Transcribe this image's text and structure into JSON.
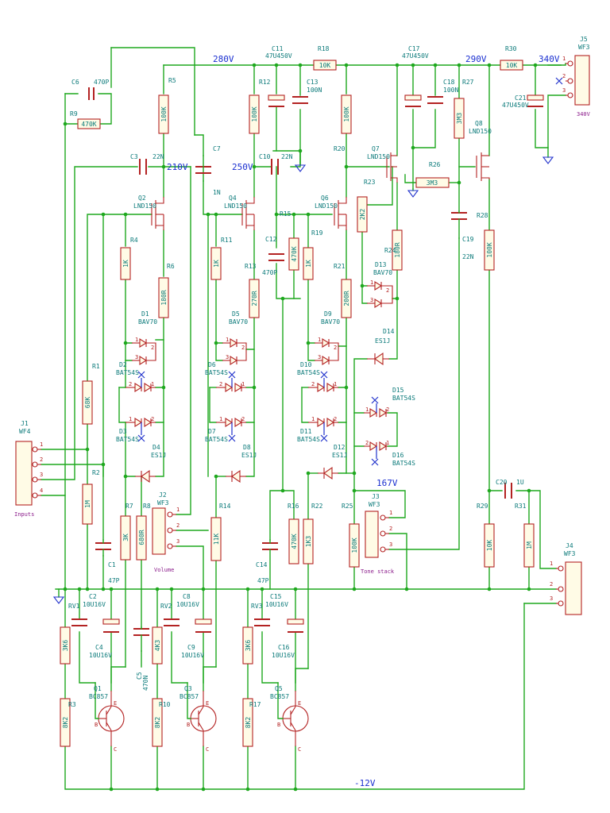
{
  "nets": {
    "v280": "280V",
    "v290": "290V",
    "v340": "340V",
    "v210": "210V",
    "v250": "250V",
    "v167": "167V",
    "vneg12": "-12V",
    "v340j5": "340V"
  },
  "connectors": {
    "j1": {
      "ref": "J1",
      "val": "WF4",
      "label": "Inputs"
    },
    "j2": {
      "ref": "J2",
      "val": "WF3",
      "label": "Volume"
    },
    "j3": {
      "ref": "J3",
      "val": "WF3",
      "label": "Tone stack"
    },
    "j4": {
      "ref": "J4",
      "val": "WF3"
    },
    "j5": {
      "ref": "J5",
      "val": "WF3"
    }
  },
  "resistors": {
    "r1": {
      "ref": "R1",
      "val": "68K"
    },
    "r2": {
      "ref": "R2",
      "val": "1M"
    },
    "r3": {
      "ref": "R3",
      "val": "8K2"
    },
    "r4": {
      "ref": "R4",
      "val": "1K"
    },
    "r5": {
      "ref": "R5",
      "val": "100K"
    },
    "r6": {
      "ref": "R6",
      "val": "180R"
    },
    "r7": {
      "ref": "R7",
      "val": "3K"
    },
    "r8": {
      "ref": "R8",
      "val": "680R"
    },
    "r9": {
      "ref": "R9",
      "val": "470K"
    },
    "r10": {
      "ref": "R10",
      "val": "8K2"
    },
    "r11": {
      "ref": "R11",
      "val": "1K"
    },
    "r12": {
      "ref": "R12",
      "val": "100K"
    },
    "r13": {
      "ref": "R13",
      "val": "270R"
    },
    "r14": {
      "ref": "R14",
      "val": "11K"
    },
    "r15": {
      "ref": "R15",
      "val": "470K"
    },
    "r16": {
      "ref": "R16",
      "val": "470K"
    },
    "r17": {
      "ref": "R17",
      "val": "8K2"
    },
    "r18": {
      "ref": "R18",
      "val": "10K"
    },
    "r19": {
      "ref": "R19",
      "val": "1K"
    },
    "r20": {
      "ref": "R20",
      "val": "100K"
    },
    "r21": {
      "ref": "R21",
      "val": "200R"
    },
    "r22": {
      "ref": "R22",
      "val": "1K3"
    },
    "r23": {
      "ref": "R23",
      "val": "2K2"
    },
    "r24": {
      "ref": "R24",
      "val": "180R"
    },
    "r25": {
      "ref": "R25",
      "val": "100K"
    },
    "r26": {
      "ref": "R26",
      "val": "3M3"
    },
    "r27": {
      "ref": "R27",
      "val": "3M3"
    },
    "r28": {
      "ref": "R28",
      "val": "100K"
    },
    "r29": {
      "ref": "R29",
      "val": "10K"
    },
    "r30": {
      "ref": "R30",
      "val": "10K"
    },
    "r31": {
      "ref": "R31",
      "val": "1M"
    },
    "rv1": {
      "ref": "RV1",
      "val": "3K6"
    },
    "rv2": {
      "ref": "RV2",
      "val": "4K3"
    },
    "rv3": {
      "ref": "RV3",
      "val": "3K6"
    }
  },
  "capacitors": {
    "c1": {
      "ref": "C1",
      "val": "47P"
    },
    "c2": {
      "ref": "C2",
      "val": "10U16V"
    },
    "c3": {
      "ref": "C3",
      "val": "22N"
    },
    "c4": {
      "ref": "C4",
      "val": "10U16V"
    },
    "c5": {
      "ref": "C5",
      "val": "470N"
    },
    "c6": {
      "ref": "C6",
      "val": "470P"
    },
    "c7": {
      "ref": "C7",
      "val": "1N"
    },
    "c8": {
      "ref": "C8",
      "val": "10U16V"
    },
    "c9": {
      "ref": "C9",
      "val": "10U16V"
    },
    "c10": {
      "ref": "C10",
      "val": "22N"
    },
    "c11": {
      "ref": "C11",
      "val": "47U450V"
    },
    "c12": {
      "ref": "C12",
      "val": "470P"
    },
    "c13": {
      "ref": "C13",
      "val": "100N"
    },
    "c14": {
      "ref": "C14",
      "val": "47P"
    },
    "c15": {
      "ref": "C15",
      "val": "10U16V"
    },
    "c16": {
      "ref": "C16",
      "val": "10U16V"
    },
    "c17": {
      "ref": "C17",
      "val": "47U450V"
    },
    "c18": {
      "ref": "C18",
      "val": "100N"
    },
    "c19": {
      "ref": "C19",
      "val": "22N"
    },
    "c20": {
      "ref": "C20",
      "val": "1U"
    },
    "c21": {
      "ref": "C21",
      "val": "47U450V"
    }
  },
  "transistors": {
    "q1": {
      "ref": "Q1",
      "val": "BC857"
    },
    "q2": {
      "ref": "Q2",
      "val": "LND150"
    },
    "q3": {
      "ref": "Q3",
      "val": "BC857"
    },
    "q4": {
      "ref": "Q4",
      "val": "LND150"
    },
    "q5": {
      "ref": "Q5",
      "val": "BC857"
    },
    "q6": {
      "ref": "Q6",
      "val": "LND150"
    },
    "q7": {
      "ref": "Q7",
      "val": "LND150"
    },
    "q8": {
      "ref": "Q8",
      "val": "LND150"
    }
  },
  "diodes": {
    "d1": {
      "ref": "D1",
      "val": "BAV70"
    },
    "d2": {
      "ref": "D2",
      "val": "BAT54S"
    },
    "d3": {
      "ref": "D3",
      "val": "BAT54S"
    },
    "d4": {
      "ref": "D4",
      "val": "ES1J"
    },
    "d5": {
      "ref": "D5",
      "val": "BAV70"
    },
    "d6": {
      "ref": "D6",
      "val": "BAT54S"
    },
    "d7": {
      "ref": "D7",
      "val": "BAT54S"
    },
    "d8": {
      "ref": "D8",
      "val": "ES1J"
    },
    "d9": {
      "ref": "D9",
      "val": "BAV70"
    },
    "d10": {
      "ref": "D10",
      "val": "BAT54S"
    },
    "d11": {
      "ref": "D11",
      "val": "BAT54S"
    },
    "d12": {
      "ref": "D12",
      "val": "ES1J"
    },
    "d13": {
      "ref": "D13",
      "val": "BAV70"
    },
    "d14": {
      "ref": "D14",
      "val": "ES1J"
    },
    "d15": {
      "ref": "D15",
      "val": "BAT54S"
    },
    "d16": {
      "ref": "D16",
      "val": "BAT54S"
    }
  },
  "pins": {
    "p1": "1",
    "p2": "2",
    "p3": "3",
    "p4": "4",
    "b": "B",
    "c": "C",
    "e": "E"
  }
}
